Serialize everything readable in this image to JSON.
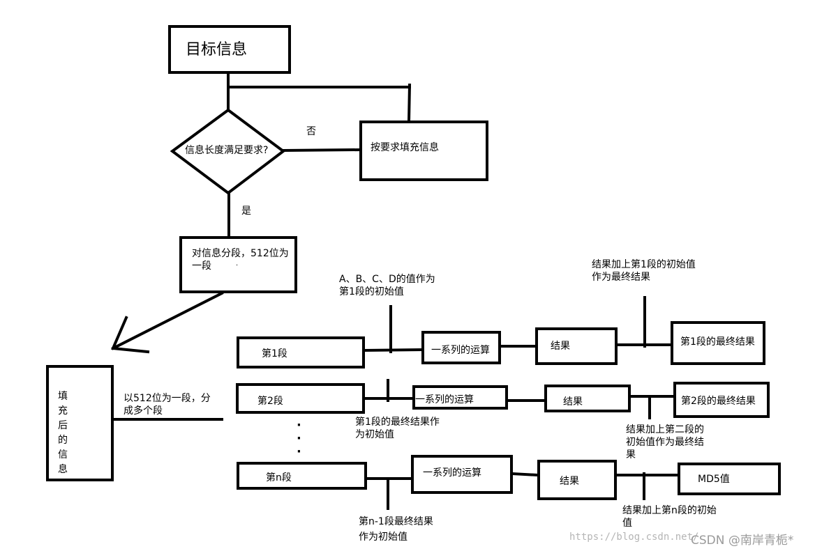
{
  "diagram": {
    "target_info": "目标信息",
    "decision": "信息长度满足要求?",
    "label_no": "否",
    "label_yes": "是",
    "fill_info": "按要求填充信息",
    "split_info": "对信息分段，512位为一段",
    "split_mark": "·",
    "filled_info": "填充后的信息",
    "split_note": "以512位为一段，分成多个段",
    "seg1": "第1段",
    "seg2": "第2段",
    "segn": "第n段",
    "ops": "一系列的运算",
    "result": "结果",
    "seg1_final": "第1段的最终结果",
    "seg2_final": "第2段的最终结果",
    "md5": "MD5值",
    "note_abcd": "A、B、C、D的值作为第1段的初始值",
    "note_add1": "结果加上第1段的初始值作为最终结果",
    "note_seg1_init": "第1段的最终结果作为初始值",
    "note_add2": "结果加上第二段的初始值作为最终结果",
    "note_segn1": "第n-1段最终结果作为初始值",
    "note_addn": "结果加上第n段的初始值",
    "ellipsis": [
      "·",
      "·",
      "·"
    ]
  },
  "watermark": {
    "url": "https://blog.csdn.net/",
    "brand": "CSDN @南岸青栀*"
  }
}
